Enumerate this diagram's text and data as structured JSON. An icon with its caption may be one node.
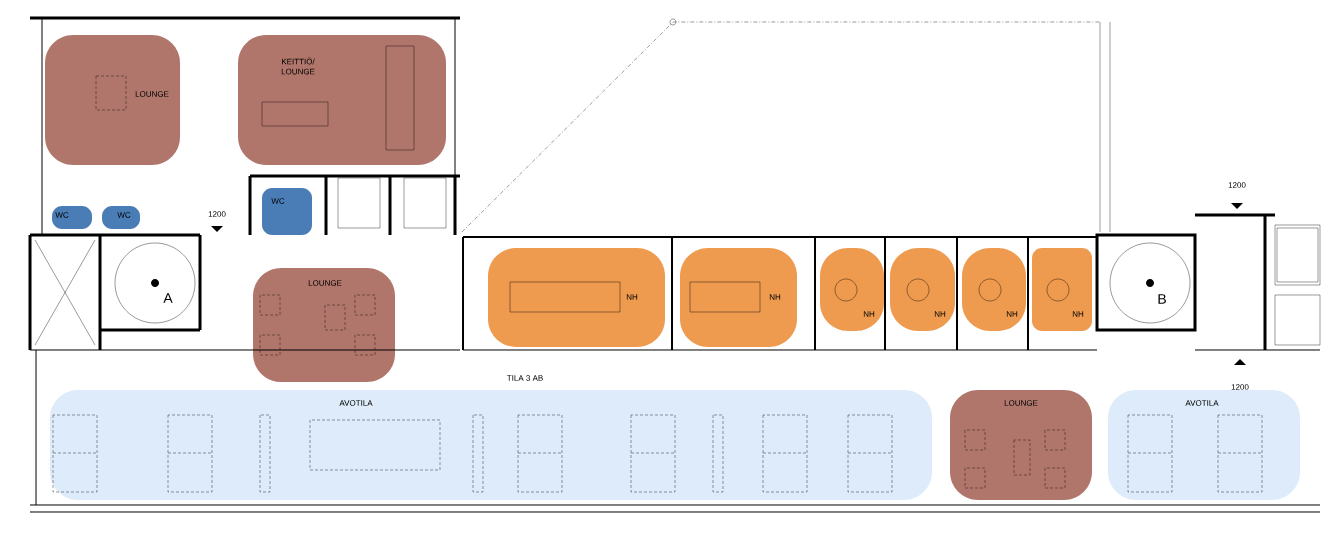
{
  "diagram": {
    "nodes": [
      {
        "text": [
          "LOUNGE"
        ]
      },
      {
        "text": [
          "KEITTIÖ/ LOUNGE"
        ]
      },
      {
        "text": [
          "WC"
        ]
      },
      {
        "text": [
          "WC"
        ]
      },
      {
        "text": [
          "WC"
        ]
      },
      {
        "text": [
          "LOUNGE"
        ]
      },
      {
        "text": [
          "NH"
        ]
      },
      {
        "text": [
          "NH"
        ]
      },
      {
        "text": [
          "NH"
        ]
      },
      {
        "text": [
          "NH"
        ]
      },
      {
        "text": [
          "NH"
        ]
      },
      {
        "text": [
          "NH"
        ]
      },
      {
        "text": [
          "AVOTILA"
        ]
      },
      {
        "text": [
          "LOUNGE"
        ]
      },
      {
        "text": [
          "AVOTILA"
        ]
      }
    ],
    "labels": [
      "1200",
      "1200",
      "A",
      "B",
      "TILA 3 AB",
      "1200"
    ]
  }
}
